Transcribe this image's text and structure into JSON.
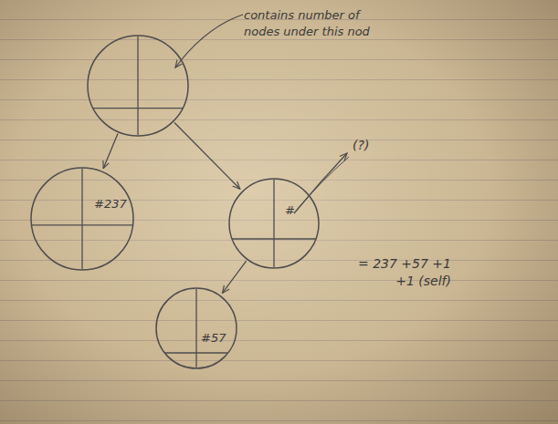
{
  "diagram": {
    "nodes": [
      {
        "text": [
          "contains number of nodes under this nod"
        ]
      },
      {
        "text": [
          "#237"
        ]
      },
      {
        "text": [
          "#"
        ]
      },
      {
        "text": [
          "#57"
        ]
      }
    ],
    "edges": [
      {
        "from": 0,
        "to": 1,
        "arrow": "to"
      },
      {
        "from": 0,
        "to": 2,
        "arrow": "to"
      },
      {
        "from": 2,
        "to": 3,
        "arrow": "to"
      }
    ],
    "labels": [
      "(?)",
      "= 237 +57 +1 +1 (self)"
    ]
  }
}
